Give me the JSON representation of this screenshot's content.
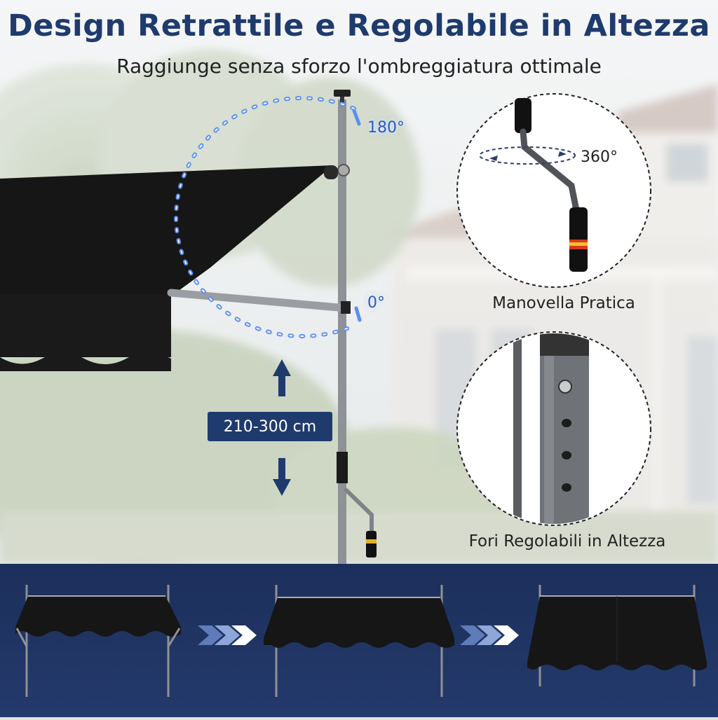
{
  "header": {
    "title": "Design Retrattile e Regolabile in Altezza",
    "subtitle": "Raggiunge senza sforzo l'ombreggiatura ottimale"
  },
  "angles": {
    "max_label": "180°",
    "min_label": "0°"
  },
  "height_range": {
    "label": "210-300 cm"
  },
  "details": {
    "crank": {
      "rotation_label": "360°",
      "caption": "Manovella Pratica"
    },
    "holes": {
      "caption": "Fori Regolabili in Altezza"
    }
  },
  "colors": {
    "brand_navy": "#1f3b6e",
    "angle_blue": "#2a5bc4",
    "awning_black": "#161616",
    "pole_grey": "#8e9196"
  },
  "icons": [
    "up-arrow-icon",
    "down-arrow-icon",
    "chevron-right-icon"
  ]
}
